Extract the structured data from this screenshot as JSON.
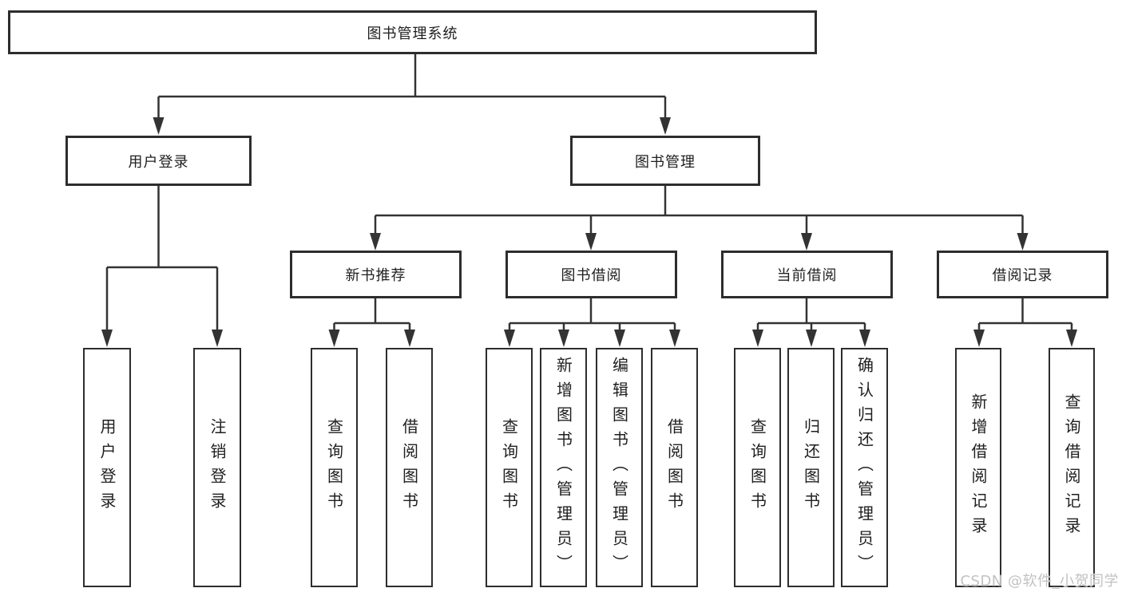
{
  "diagram": {
    "title": "图书管理系统",
    "branches": [
      {
        "label": "用户登录",
        "children": [
          "用户登录",
          "注销登录"
        ]
      },
      {
        "label": "图书管理",
        "children": [
          {
            "label": "新书推荐",
            "children": [
              "查询图书",
              "借阅图书"
            ]
          },
          {
            "label": "图书借阅",
            "children": [
              "查询图书",
              "新增图书（管理员）",
              "编辑图书（管理员）",
              "借阅图书"
            ]
          },
          {
            "label": "当前借阅",
            "children": [
              "查询图书",
              "归还图书",
              "确认归还（管理员）"
            ]
          },
          {
            "label": "借阅记录",
            "children": [
              "新增借阅记录",
              "查询借阅记录"
            ]
          }
        ]
      }
    ]
  },
  "watermark": "CSDN @软件_小贺同学",
  "colors": {
    "line": "#333333",
    "box_border": "#2d2d2d",
    "text": "#1f1f1f",
    "watermark": "#c2c2c2",
    "background": "#ffffff"
  }
}
